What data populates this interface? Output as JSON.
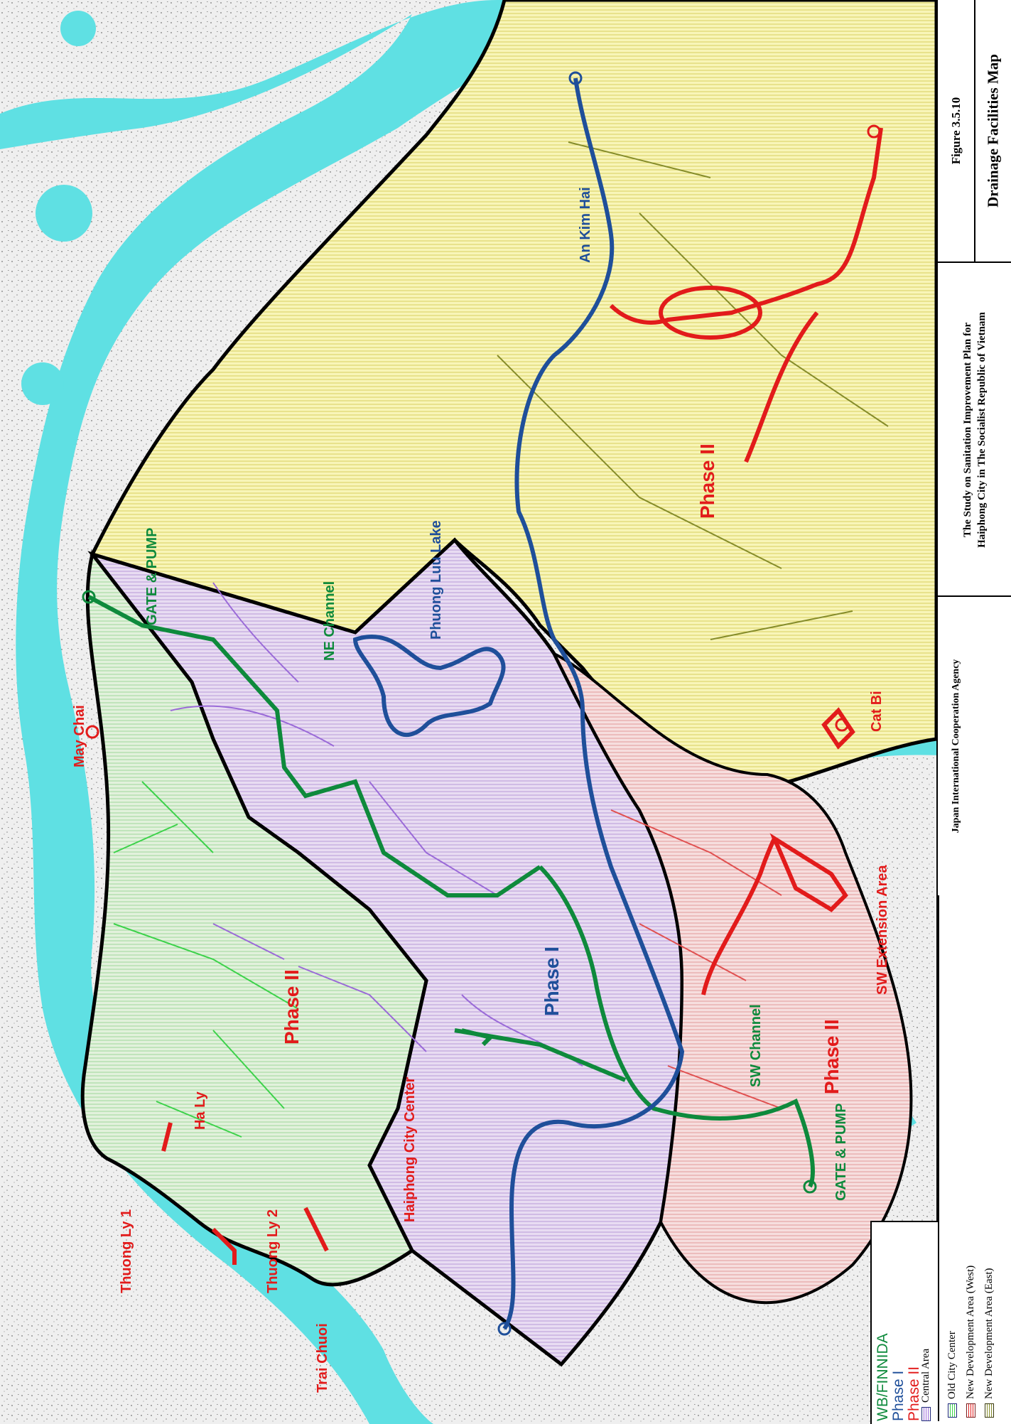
{
  "colors": {
    "water": "#5fe0e3",
    "wb_green": "#0e8a3c",
    "phase1_blue": "#1f4f9a",
    "phase2_red": "#e21b1b",
    "central_purple": "#9a6ad8",
    "old_city_green": "#3cd24a",
    "sw_red": "#e05050",
    "east_olive": "#858c2a",
    "east_fill": "#f5f19c",
    "central_fill": "#e3d7ef",
    "oldcity_fill": "#d9ecd2",
    "sw_fill": "#f3d6d6"
  },
  "labels": {
    "may_chai": "May Chai",
    "gate_pump_ne": "GATE & PUMP",
    "ne_channel": "NE Channel",
    "phuong_luu": "Phuong Luu Lake",
    "an_kim_hai": "An Kim Hai",
    "phase2_east": "Phase II",
    "cat_bi": "Cat Bi",
    "sw_extension": "SW Extension Area",
    "phase1_center": "Phase I",
    "phase2_old": "Phase II",
    "haiphong_center": "Haiphong City Center",
    "ha_ly": "Ha Ly",
    "thuong_ly_1": "Thuong Ly 1",
    "thuong_ly_2": "Thuong Ly 2",
    "trai_chuoi": "Trai Chuoi",
    "sw_channel": "SW Channel",
    "gate_pump_sw": "GATE & PUMP",
    "phase2_sw": "Phase II"
  },
  "legend": {
    "wb": "WB/FINNIDA",
    "phase1": "Phase I",
    "phase2": "Phase II",
    "central": "Central Area",
    "old_city": "Old City Center",
    "new_west": "New Development Area (West)",
    "new_east": "New Development Area (East)"
  },
  "title_block": {
    "figure": "Figure 3.5.10",
    "map_title": "Drainage Facilities Map",
    "study_line1": "The Study on Sanitation Improvement Plan for",
    "study_line2": "Haiphong City in The Socialist Republic of Vietnam",
    "agency": "Japan International Cooperation Agency"
  }
}
